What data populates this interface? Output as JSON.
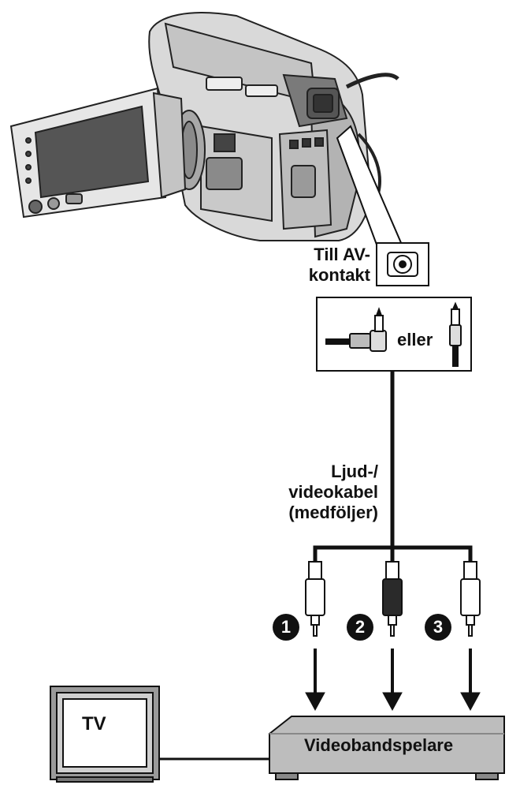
{
  "labels": {
    "av_jack_line1": "Till AV-",
    "av_jack_line2": "kontakt",
    "or": "eller",
    "cable_line1": "Ljud-/",
    "cable_line2": "videokabel",
    "cable_line3": "(medföljer)",
    "tv": "TV",
    "vcr": "Videobandspelare"
  },
  "plugs": [
    {
      "number": "1",
      "color": "#ffffff"
    },
    {
      "number": "2",
      "color": "#2a2a2a"
    },
    {
      "number": "3",
      "color": "#ffffff"
    }
  ],
  "colors": {
    "line": "#111111",
    "body_light": "#d9d9d9",
    "body_mid": "#b3b3b3",
    "body_dark": "#7a7a7a",
    "screen": "#555555",
    "vcr_body": "#bdbdbd"
  }
}
